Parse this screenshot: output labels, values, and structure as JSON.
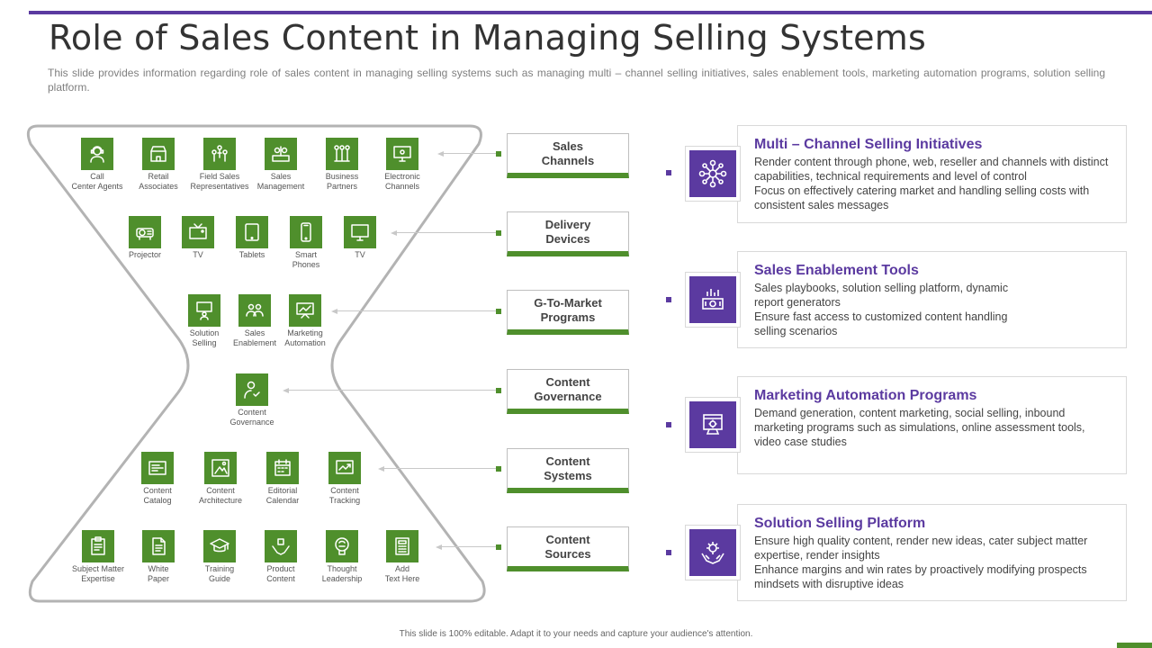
{
  "title": "Role of Sales Content in Managing Selling Systems",
  "subtitle": "This slide provides information regarding role of sales content in managing selling systems such as managing multi – channel selling initiatives, sales enablement tools, marketing automation programs, solution selling platform.",
  "rows": [
    {
      "items": [
        {
          "icon": "agent-icon",
          "label": "Call\nCenter Agents"
        },
        {
          "icon": "retail-icon",
          "label": "Retail\nAssociates"
        },
        {
          "icon": "field-sales-icon",
          "label": "Field Sales\nRepresentatives"
        },
        {
          "icon": "management-icon",
          "label": "Sales\nManagement"
        },
        {
          "icon": "partners-icon",
          "label": "Business\nPartners"
        },
        {
          "icon": "electronic-icon",
          "label": "Electronic\nChannels"
        }
      ]
    },
    {
      "items": [
        {
          "icon": "projector-icon",
          "label": "Projector"
        },
        {
          "icon": "tv-icon",
          "label": "TV"
        },
        {
          "icon": "tablet-icon",
          "label": "Tablets"
        },
        {
          "icon": "smartphone-icon",
          "label": "Smart\nPhones"
        },
        {
          "icon": "monitor-icon",
          "label": "TV"
        }
      ]
    },
    {
      "items": [
        {
          "icon": "presenter-icon",
          "label": "Solution\nSelling"
        },
        {
          "icon": "team-icon",
          "label": "Sales\nEnablement"
        },
        {
          "icon": "board-icon",
          "label": "Marketing\nAutomation"
        }
      ]
    },
    {
      "items": [
        {
          "icon": "governance-icon",
          "label": "Content\nGovernance"
        }
      ]
    },
    {
      "items": [
        {
          "icon": "catalog-icon",
          "label": "Content\nCatalog"
        },
        {
          "icon": "architecture-icon",
          "label": "Content\nArchitecture"
        },
        {
          "icon": "calendar-icon",
          "label": "Editorial\nCalendar"
        },
        {
          "icon": "tracking-icon",
          "label": "Content\nTracking"
        }
      ]
    },
    {
      "items": [
        {
          "icon": "clipboard-icon",
          "label": "Subject Matter\nExpertise"
        },
        {
          "icon": "document-icon",
          "label": "White\nPaper"
        },
        {
          "icon": "graduation-icon",
          "label": "Training\nGuide"
        },
        {
          "icon": "hands-icon",
          "label": "Product\nContent"
        },
        {
          "icon": "brain-icon",
          "label": "Thought\nLeadership"
        },
        {
          "icon": "calculator-icon",
          "label": "Add\nText Here"
        }
      ]
    }
  ],
  "categories": [
    "Sales\nChannels",
    "Delivery\nDevices",
    "G-To-Market\nPrograms",
    "Content\nGovernance",
    "Content\nSystems",
    "Content\nSources"
  ],
  "panels": [
    {
      "icon": "network-icon",
      "title": "Multi – Channel Selling Initiatives",
      "text": "Render content through phone, web, reseller and channels with distinct capabilities, technical requirements and level of control\nFocus on effectively catering market and handling selling costs with consistent sales messages"
    },
    {
      "icon": "chart-money-icon",
      "title": "Sales Enablement Tools",
      "text": "Sales playbooks, solution selling platform, dynamic\nreport generators\nEnsure fast access to customized content handling\nselling scenarios"
    },
    {
      "icon": "automation-icon",
      "title": "Marketing Automation Programs",
      "text": "Demand generation, content marketing, social selling, inbound marketing programs such as simulations, online assessment tools, video case studies"
    },
    {
      "icon": "care-gear-icon",
      "title": "Solution Selling Platform",
      "text": "Ensure high quality content, render new ideas, cater subject matter expertise, render insights\nEnhance margins and win rates by proactively modifying prospects mindsets with disruptive ideas"
    }
  ],
  "footer": "This slide is 100% editable. Adapt it to your needs and capture your audience's attention.",
  "colors": {
    "green": "#4f8f2c",
    "purple": "#5b3aa0"
  }
}
